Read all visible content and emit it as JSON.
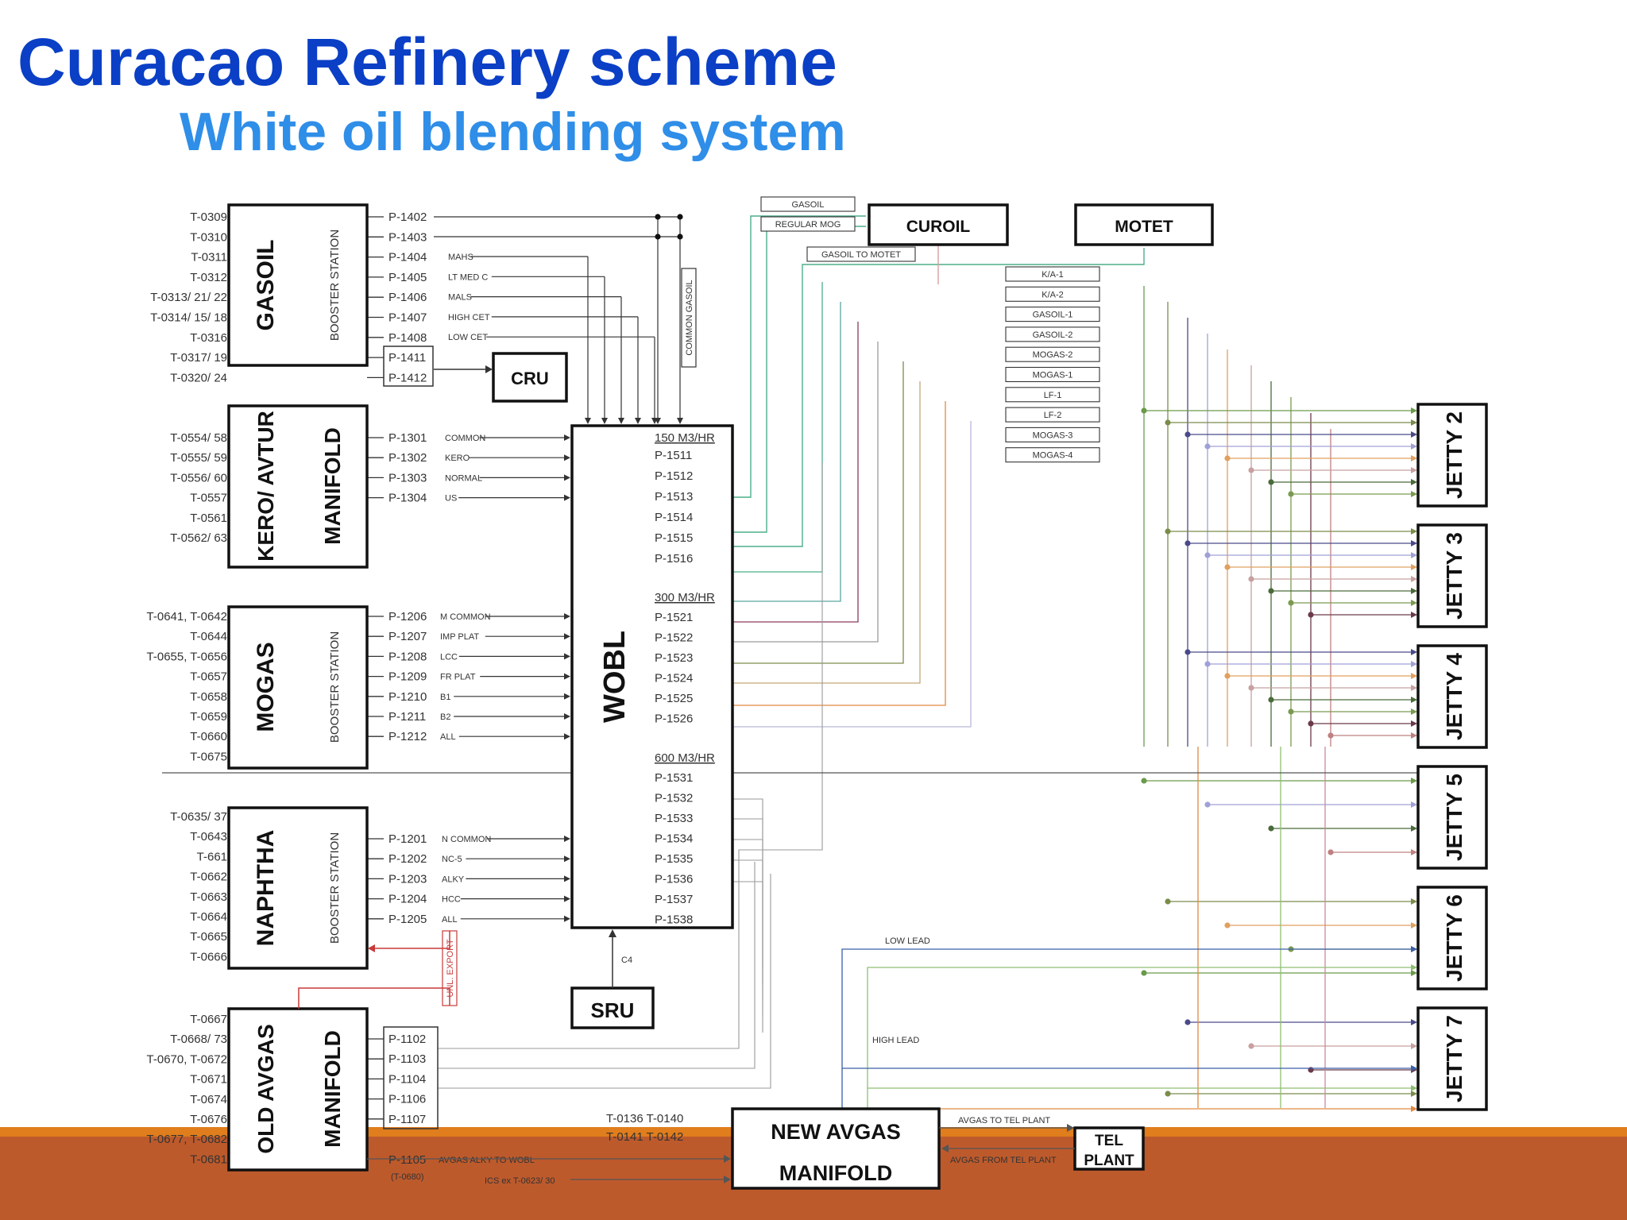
{
  "title": "Curacao Refinery scheme",
  "subtitle": "White oil blending system",
  "boxes": {
    "gasoil": "GASOIL",
    "gasoil_booster": "BOOSTER STATION",
    "kero": "KERO/ AVTUR",
    "kero_manifold": "MANIFOLD",
    "mogas": "MOGAS",
    "mogas_booster": "BOOSTER STATION",
    "naphtha": "NAPHTHA",
    "naphtha_booster": "BOOSTER STATION",
    "old_avgas": "OLD AVGAS",
    "old_avgas_manifold": "MANIFOLD",
    "cru": "CRU",
    "wobl": "WOBL",
    "sru": "SRU",
    "curoil": "CUROIL",
    "motet": "MOTET",
    "new_avgas_1": "NEW AVGAS",
    "new_avgas_2": "MANIFOLD",
    "tel_1": "TEL",
    "tel_2": "PLANT",
    "common_gasoil": "COMMON GASOIL",
    "unl_export": "UNL. EXPORT"
  },
  "gasoil_tanks": [
    "T-0309",
    "T-0310",
    "T-0311",
    "T-0312",
    "T-0313/ 21/ 22",
    "T-0314/ 15/ 18",
    "T-0316",
    "T-0317/ 19",
    "T-0320/ 24"
  ],
  "gasoil_pumps": [
    "P-1402",
    "P-1403",
    "P-1404",
    "P-1405",
    "P-1406",
    "P-1407",
    "P-1408",
    "P-1411",
    "P-1412"
  ],
  "gasoil_tags": [
    "MAHS",
    "LT MED C",
    "MALS",
    "HIGH CET",
    "LOW CET"
  ],
  "kero_tanks": [
    "T-0554/ 58",
    "T-0555/ 59",
    "T-0556/ 60",
    "T-0557",
    "T-0561",
    "T-0562/ 63"
  ],
  "kero_pumps": [
    "P-1301",
    "P-1302",
    "P-1303",
    "P-1304"
  ],
  "kero_tags": [
    "COMMON",
    "KERO",
    "NORMAL",
    "US"
  ],
  "mogas_tanks": [
    "T-0641, T-0642",
    "T-0644",
    "T-0655, T-0656",
    "T-0657",
    "T-0658",
    "T-0659",
    "T-0660",
    "T-0675"
  ],
  "mogas_pumps": [
    "P-1206",
    "P-1207",
    "P-1208",
    "P-1209",
    "P-1210",
    "P-1211",
    "P-1212"
  ],
  "mogas_tags": [
    "M COMMON",
    "IMP PLAT",
    "LCC",
    "FR PLAT",
    "B1",
    "B2",
    "ALL"
  ],
  "naphtha_tanks": [
    "T-0635/ 37",
    "T-0643",
    "T-661",
    "T-0662",
    "T-0663",
    "T-0664",
    "T-0665",
    "T-0666"
  ],
  "naphtha_pumps": [
    "P-1201",
    "P-1202",
    "P-1203",
    "P-1204",
    "P-1205"
  ],
  "naphtha_tags": [
    "N COMMON",
    "NC-5",
    "ALKY",
    "HCC",
    "ALL"
  ],
  "avgas_tanks": [
    "T-0667",
    "T-0668/ 73",
    "T-0670, T-0672",
    "T-0671",
    "T-0674",
    "T-0676",
    "T-0677, T-0682",
    "T-0681"
  ],
  "avgas_pumps": [
    "P-1102",
    "P-1103",
    "P-1104",
    "P-1106",
    "P-1107"
  ],
  "avgas_bottom": {
    "pump": "P-1105",
    "pump_sub": "(T-0680)",
    "alky": "AVGAS ALKY TO WOBL",
    "ics": "ICS ex T-0623/ 30",
    "tanks_1": "T-0136  T-0140",
    "tanks_2": "T-0141  T-0142",
    "to_tel": "AVGAS TO TEL PLANT",
    "from_tel": "AVGAS FROM TEL PLANT"
  },
  "wobl_groups": [
    {
      "header": "150 M3/HR",
      "pumps": [
        "P-1511",
        "P-1512",
        "P-1513",
        "P-1514",
        "P-1515",
        "P-1516"
      ]
    },
    {
      "header": "300 M3/HR",
      "pumps": [
        "P-1521",
        "P-1522",
        "P-1523",
        "P-1524",
        "P-1525",
        "P-1526"
      ]
    },
    {
      "header": "600 M3/HR",
      "pumps": [
        "P-1531",
        "P-1532",
        "P-1533",
        "P-1534",
        "P-1535",
        "P-1536",
        "P-1537",
        "P-1538"
      ]
    }
  ],
  "sru_tag": "C4",
  "top_labels": [
    "GASOIL",
    "REGULAR MOG",
    "GASOIL TO MOTET"
  ],
  "product_labels": [
    "K/A-1",
    "K/A-2",
    "GASOIL-1",
    "GASOIL-2",
    "MOGAS-2",
    "MOGAS-1",
    "LF-1",
    "LF-2",
    "MOGAS-3",
    "MOGAS-4"
  ],
  "jetties": [
    "JETTY 2",
    "JETTY 3",
    "JETTY 4",
    "JETTY 5",
    "JETTY 6",
    "JETTY 7"
  ],
  "lead_labels": {
    "low": "LOW LEAD",
    "high": "HIGH LEAD"
  },
  "colors": {
    "title": "#0a3fc6",
    "subtitle": "#2f8ee8",
    "footer": "#bd5a2c",
    "footer_line": "#e07d1c",
    "line_green": "#4caf8a",
    "line_red": "#c83a3a",
    "line_blue": "#3c5fa8",
    "line_orange": "#e07d1c"
  }
}
